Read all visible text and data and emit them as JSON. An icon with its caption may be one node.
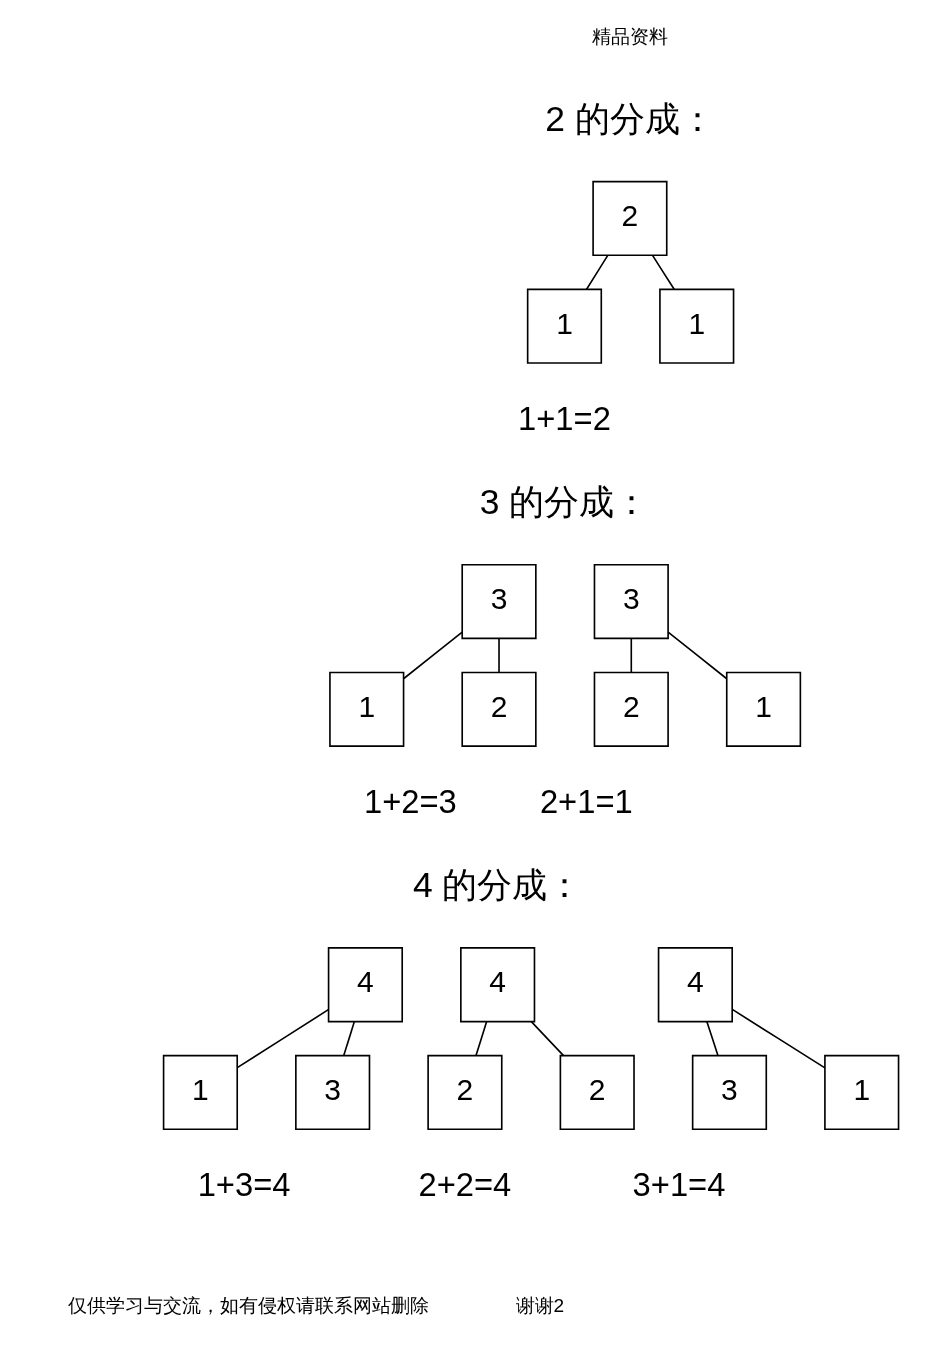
{
  "diagram": {
    "nodes": [
      {
        "text": [
          "2"
        ]
      },
      {
        "text": [
          "1"
        ]
      },
      {
        "text": [
          "1"
        ]
      },
      {
        "text": [
          "3"
        ]
      },
      {
        "text": [
          "1"
        ]
      },
      {
        "text": [
          "2"
        ]
      },
      {
        "text": [
          "3"
        ]
      },
      {
        "text": [
          "2"
        ]
      },
      {
        "text": [
          "1"
        ]
      },
      {
        "text": [
          "4"
        ]
      },
      {
        "text": [
          "1"
        ]
      },
      {
        "text": [
          "3"
        ]
      },
      {
        "text": [
          "4"
        ]
      },
      {
        "text": [
          "2"
        ]
      },
      {
        "text": [
          "2"
        ]
      },
      {
        "text": [
          "4"
        ]
      },
      {
        "text": [
          "3"
        ]
      },
      {
        "text": [
          "1"
        ]
      }
    ],
    "edges": [
      {
        "from": 0,
        "to": 1,
        "arrow": "none"
      },
      {
        "from": 0,
        "to": 2,
        "arrow": "none"
      },
      {
        "from": 3,
        "to": 4,
        "arrow": "none"
      },
      {
        "from": 3,
        "to": 5,
        "arrow": "none"
      },
      {
        "from": 6,
        "to": 7,
        "arrow": "none"
      },
      {
        "from": 6,
        "to": 8,
        "arrow": "none"
      },
      {
        "from": 9,
        "to": 10,
        "arrow": "none"
      },
      {
        "from": 9,
        "to": 11,
        "arrow": "none"
      },
      {
        "from": 12,
        "to": 13,
        "arrow": "none"
      },
      {
        "from": 12,
        "to": 14,
        "arrow": "none"
      },
      {
        "from": 15,
        "to": 16,
        "arrow": "none"
      },
      {
        "from": 15,
        "to": 17,
        "arrow": "none"
      }
    ],
    "labels": [
      "精品资料",
      "2 的分成：",
      "1+1=2",
      "3 的分成：",
      "1+2=3",
      "2+1=1",
      "4 的分成：",
      "1+3=4",
      "2+2=4",
      "3+1=4",
      "仅供学习与交流，如有侵权请联系网站删除",
      "谢谢2"
    ]
  }
}
